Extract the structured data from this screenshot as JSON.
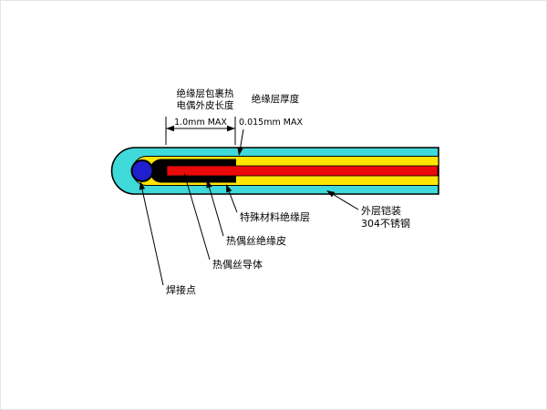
{
  "diagram": {
    "annotations": {
      "wrap_length": {
        "label_line1": "绝缘层包裹热",
        "label_line2": "电偶外皮长度",
        "dimension": "1.0mm MAX"
      },
      "thickness": {
        "label": "绝缘层厚度",
        "dimension": "0.015mm MAX"
      },
      "special_insulation_label": "特殊材料绝缘层",
      "wire_insulation_label": "热偶丝绝缘皮",
      "wire_conductor_label": "热偶丝导体",
      "weld_point_label": "焊接点",
      "outer_sheath_label_line1": "外层铠装",
      "outer_sheath_label_line2": "304不锈钢"
    },
    "colors": {
      "outer_sheath": "#3FD9D9",
      "insulation": "#FFE600",
      "conductor": "#EA0A0A",
      "wire_skin": "#000000",
      "weld_point": "#1F1FCE"
    }
  }
}
